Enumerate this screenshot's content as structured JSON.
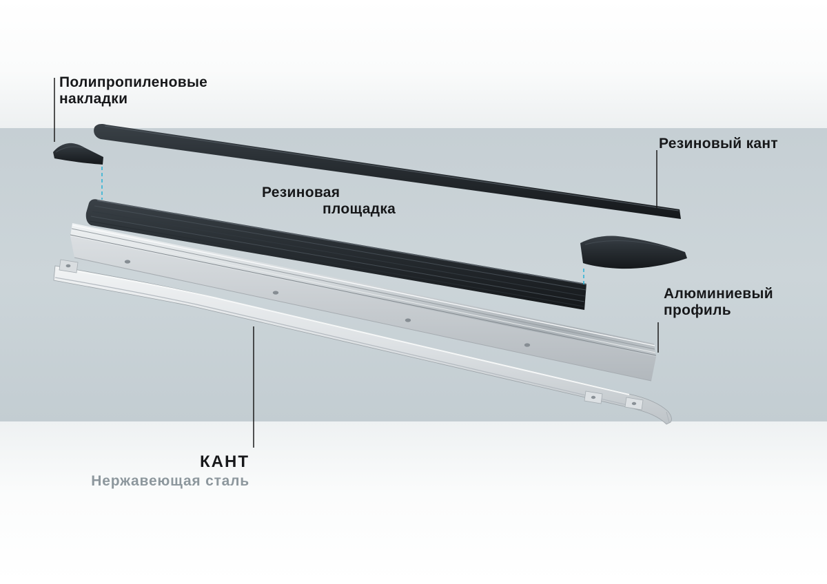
{
  "labels": {
    "polypropylene_caps": {
      "line1": "Полипропиленовые",
      "line2": "накладки"
    },
    "rubber_edge": "Резиновый кант",
    "rubber_pad": {
      "line1": "Резиновая",
      "line2": "площадка"
    },
    "aluminum_profile": {
      "line1": "Алюминиевый",
      "line2": "профиль"
    },
    "brand": {
      "title": "КАНТ",
      "subtitle": "Нержавеющая сталь"
    }
  },
  "colors": {
    "band": "#c6cfd4",
    "label": "#17181a",
    "muted": "#8d979d",
    "accent": "#2fb3d5"
  }
}
